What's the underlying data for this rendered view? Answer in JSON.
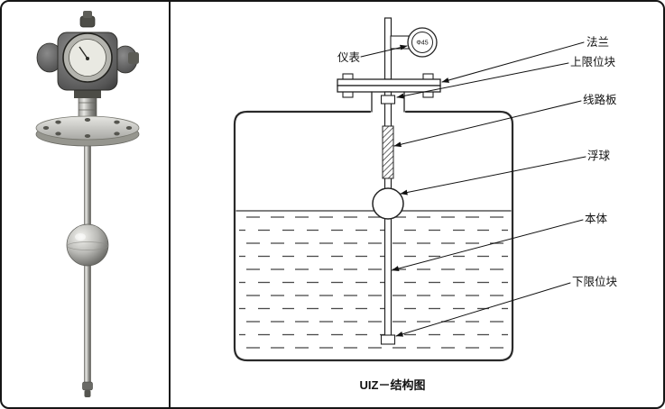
{
  "figure": {
    "caption": "UIZ－结构图",
    "gauge_dial_text": "Φ45",
    "callouts": {
      "instrument": "仪表",
      "flange": "法兰",
      "upper_limit_block": "上限位块",
      "circuit_board": "线路板",
      "float_ball": "浮球",
      "body": "本体",
      "lower_limit_block": "下限位块"
    }
  }
}
